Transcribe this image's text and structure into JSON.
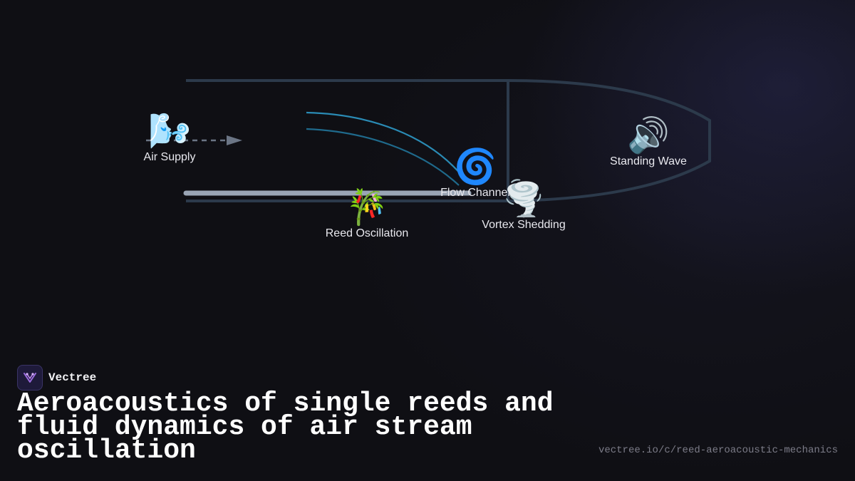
{
  "diagram": {
    "nodes": [
      {
        "id": "air-supply",
        "label": "Air Supply",
        "icon": "🌬️",
        "icon_name": "wind-face-icon"
      },
      {
        "id": "reed-oscillation",
        "label": "Reed Oscillation",
        "icon": "🎋",
        "icon_name": "tanabata-tree-icon"
      },
      {
        "id": "flow-channel",
        "label": "Flow Channel",
        "icon": "🌀",
        "icon_name": "cyclone-icon"
      },
      {
        "id": "vortex-shedding",
        "label": "Vortex Shedding",
        "icon": "🌪️",
        "icon_name": "tornado-icon"
      },
      {
        "id": "standing-wave",
        "label": "Standing Wave",
        "icon": "🔊",
        "icon_name": "speaker-icon"
      }
    ],
    "colors": {
      "outline": "#2c3a4b",
      "reed": "#9aa5b5",
      "flow_streamline": "#2a8bb5",
      "arrow": "#6b7585"
    }
  },
  "brand": {
    "name": "Vectree"
  },
  "title": "Aeroacoustics of single reeds and fluid dynamics of air stream oscillation",
  "url": "vectree.io/c/reed-aeroacoustic-mechanics"
}
